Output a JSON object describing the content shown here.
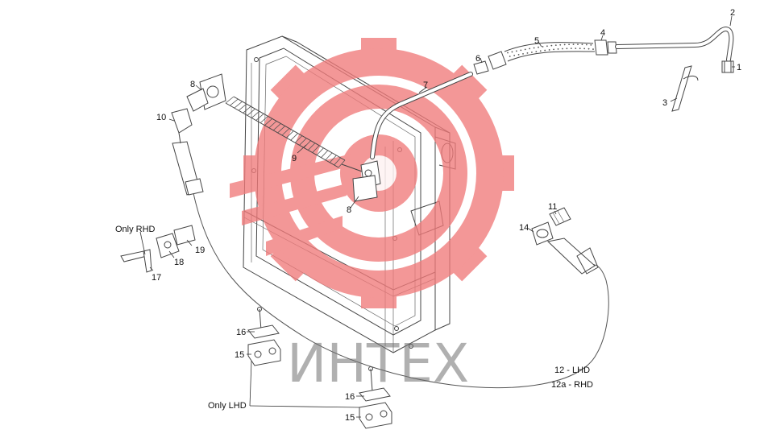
{
  "callouts": {
    "c1": "1",
    "c2": "2",
    "c3": "3",
    "c4": "4",
    "c5": "5",
    "c6": "6",
    "c7": "7",
    "c8a": "8",
    "c8b": "8",
    "c9": "9",
    "c10": "10",
    "c11": "11",
    "c14": "14",
    "c15a": "15",
    "c15b": "15",
    "c16a": "16",
    "c16b": "16",
    "c17": "17",
    "c18": "18",
    "c19": "19"
  },
  "notes": {
    "only_rhd": "Only RHD",
    "only_lhd": "Only LHD",
    "lhd": "12 - LHD",
    "rhd": "12a - RHD"
  },
  "watermark": {
    "text": "ИНТЕХ",
    "gear_color": "#f07a7a",
    "text_color": "#6f6f6f"
  },
  "colors": {
    "line": "#444444",
    "background": "#ffffff"
  }
}
